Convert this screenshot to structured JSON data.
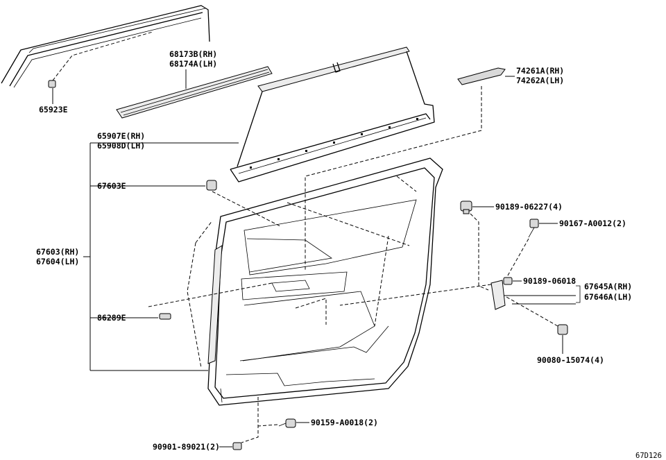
{
  "diagram_ref": "67D126",
  "labels": {
    "p68173b": "68173B(RH)",
    "p68174a": "68174A(LH)",
    "p65923e": "65923E",
    "p74261a": "74261A(RH)",
    "p74262a": "74262A(LH)",
    "p65907e": "65907E(RH)",
    "p65908d": "65908D(LH)",
    "p67603e": "67603E",
    "p67603": "67603(RH)",
    "p67604": "67604(LH)",
    "p86289e": "86289E",
    "p90189_06227": "90189-06227(4)",
    "p90167": "90167-A0012(2)",
    "p90189_06018": "90189-06018",
    "p67645a": "67645A(RH)",
    "p67646a": "67646A(LH)",
    "p90080": "90080-15074(4)",
    "p90159": "90159-A0018(2)",
    "p90901": "90901-89021(2)"
  }
}
